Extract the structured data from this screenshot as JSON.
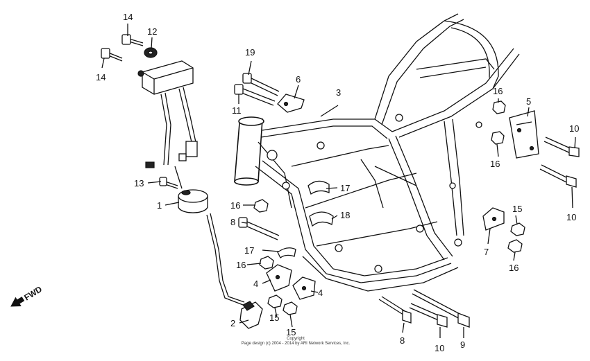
{
  "callouts": {
    "c1": "1",
    "c2": "2",
    "c3": "3",
    "c4a": "4",
    "c4b": "4",
    "c5": "5",
    "c6": "6",
    "c7": "7",
    "c8a": "8",
    "c8b": "8",
    "c9": "9",
    "c10a": "10",
    "c10b": "10",
    "c10c": "10",
    "c11": "11",
    "c12": "12",
    "c13": "13",
    "c14a": "14",
    "c14b": "14",
    "c15a": "15",
    "c15b": "15",
    "c15c": "15",
    "c16a": "16",
    "c16b": "16",
    "c16c": "16",
    "c16d": "16",
    "c16e": "16",
    "c17a": "17",
    "c17b": "17",
    "c18": "18",
    "c19": "19"
  },
  "fwd_label": "FWD",
  "copyright": {
    "line1": "Copyright",
    "line2": "Page design (c) 2004 - 2014 by ARI Network Services, Inc."
  }
}
